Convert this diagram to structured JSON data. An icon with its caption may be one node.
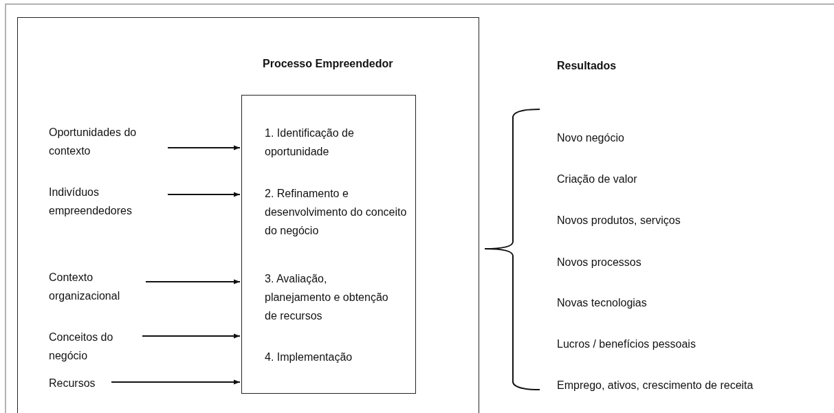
{
  "diagram": {
    "nodes": [
      {
        "text": [],
        "shape": "box"
      },
      {
        "text": [
          "Oportunidades do contexto"
        ],
        "in": 0
      },
      {
        "text": [
          "Indivíduos empreendedores"
        ],
        "in": 0
      },
      {
        "text": [
          "Contexto organizacional"
        ],
        "in": 0
      },
      {
        "text": [
          "Conceitos do negócio"
        ],
        "in": 0
      },
      {
        "text": [
          "Recursos"
        ],
        "in": 0
      },
      {
        "text": [
          "Processo Empreendedor",
          "1. Identificação de oportunidade",
          "2. Refinamento e desenvolvimento do conceito do negócio",
          "3. Avaliação, planejamento e obtenção de recursos",
          "4. Implementação"
        ],
        "in": 0
      }
    ],
    "edges": [
      {
        "from": 1,
        "to": 6,
        "arrow": "to"
      },
      {
        "from": 2,
        "to": 6,
        "arrow": "to"
      },
      {
        "from": 3,
        "to": 6,
        "arrow": "to"
      },
      {
        "from": 4,
        "to": 6,
        "arrow": "to"
      },
      {
        "from": 5,
        "to": 6,
        "arrow": "to"
      }
    ],
    "labels": [
      "Resultados",
      "Novo negócio",
      "Criação de valor",
      "Novos produtos, serviços",
      "Novos processos",
      "Novas tecnologias",
      "Lucros / benefícios pessoais",
      "Emprego, ativos, crescimento de receita"
    ]
  }
}
